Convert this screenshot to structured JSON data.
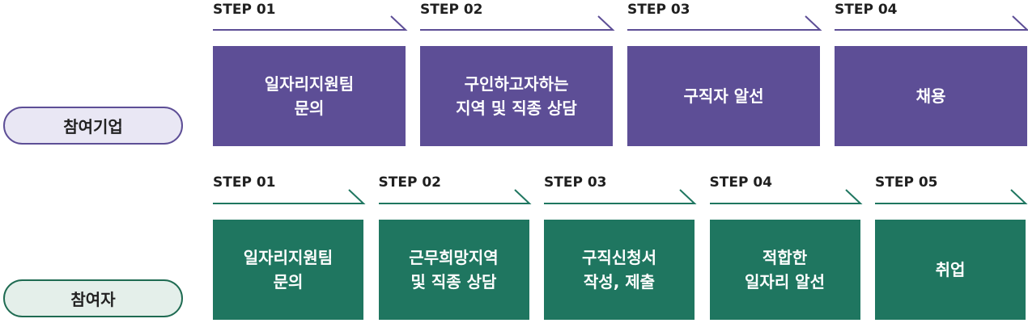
{
  "company": {
    "label": "참여기업",
    "color": "#5d4e96",
    "steps": [
      {
        "step": "STEP 01",
        "text": "일자리지원팀\n문의"
      },
      {
        "step": "STEP 02",
        "text": "구인하고자하는\n지역 및 직종 상담"
      },
      {
        "step": "STEP 03",
        "text": "구직자 알선"
      },
      {
        "step": "STEP 04",
        "text": "채용"
      }
    ]
  },
  "seeker": {
    "label": "참여자",
    "color": "#1f7660",
    "steps": [
      {
        "step": "STEP 01",
        "text": "일자리지원팀\n문의"
      },
      {
        "step": "STEP 02",
        "text": "근무희망지역\n및 직종 상담"
      },
      {
        "step": "STEP 03",
        "text": "구직신청서\n작성, 제출"
      },
      {
        "step": "STEP 04",
        "text": "적합한\n일자리 알선"
      },
      {
        "step": "STEP 05",
        "text": "취업"
      }
    ]
  }
}
